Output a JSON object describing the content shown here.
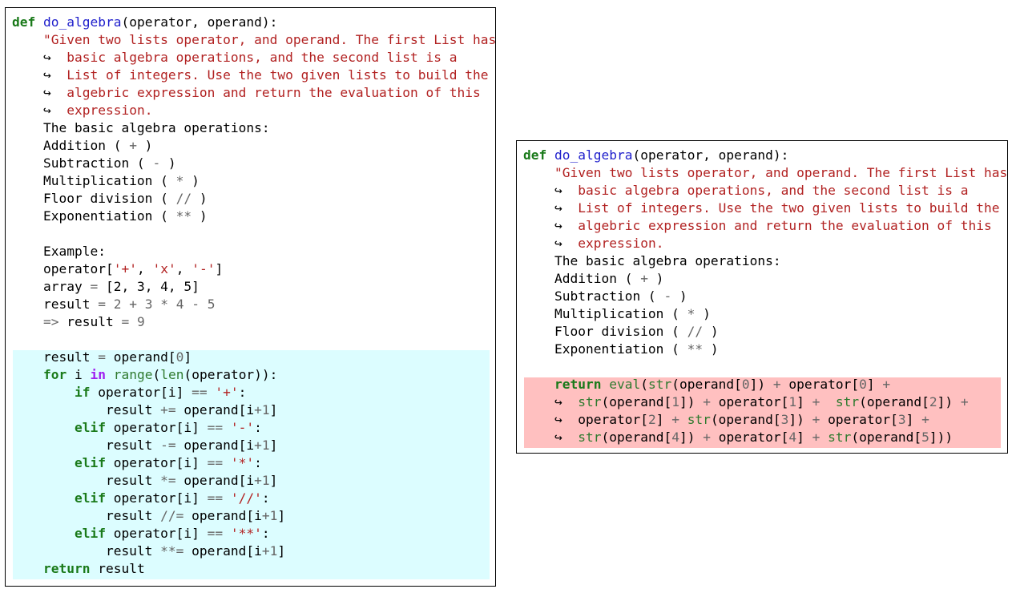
{
  "colors": {
    "keyword": "#1a7a1a",
    "function_name": "#2020cc",
    "docstring": "#b22222",
    "string": "#b22222",
    "builtin": "#2f7a2f",
    "operator": "#666666",
    "in_keyword": "#a020f0",
    "left_highlight": "#dcfdff",
    "right_highlight": "#ffc0c0"
  },
  "left_panel": {
    "lines": [
      [
        [
          "kw",
          "def"
        ],
        [
          "plain",
          " "
        ],
        [
          "fn",
          "do_algebra"
        ],
        [
          "plain",
          "(operator, operand):"
        ]
      ],
      [
        [
          "plain",
          "    "
        ],
        [
          "doc",
          "\"Given two lists operator, and operand. The first List has"
        ]
      ],
      [
        [
          "plain",
          "    "
        ],
        [
          "cont",
          "↪"
        ],
        [
          "plain",
          "  "
        ],
        [
          "doc",
          "basic algebra operations, and the second list is a"
        ]
      ],
      [
        [
          "plain",
          "    "
        ],
        [
          "cont",
          "↪"
        ],
        [
          "plain",
          "  "
        ],
        [
          "doc",
          "List of integers. Use the two given lists to build the"
        ]
      ],
      [
        [
          "plain",
          "    "
        ],
        [
          "cont",
          "↪"
        ],
        [
          "plain",
          "  "
        ],
        [
          "doc",
          "algebric expression and return the evaluation of this"
        ]
      ],
      [
        [
          "plain",
          "    "
        ],
        [
          "cont",
          "↪"
        ],
        [
          "plain",
          "  "
        ],
        [
          "doc",
          "expression."
        ]
      ],
      [
        [
          "plain",
          "    The basic algebra operations:"
        ]
      ],
      [
        [
          "plain",
          "    Addition ( "
        ],
        [
          "op",
          "+"
        ],
        [
          "plain",
          " )"
        ]
      ],
      [
        [
          "plain",
          "    Subtraction ( "
        ],
        [
          "op",
          "-"
        ],
        [
          "plain",
          " )"
        ]
      ],
      [
        [
          "plain",
          "    Multiplication ( "
        ],
        [
          "op",
          "*"
        ],
        [
          "plain",
          " )"
        ]
      ],
      [
        [
          "plain",
          "    Floor division ( "
        ],
        [
          "op",
          "//"
        ],
        [
          "plain",
          " )"
        ]
      ],
      [
        [
          "plain",
          "    Exponentiation ( "
        ],
        [
          "op",
          "**"
        ],
        [
          "plain",
          " )"
        ]
      ],
      [
        [
          "plain",
          ""
        ]
      ],
      [
        [
          "plain",
          "    Example:"
        ]
      ],
      [
        [
          "plain",
          "    operator["
        ],
        [
          "str",
          "'+'"
        ],
        [
          "plain",
          ", "
        ],
        [
          "str",
          "'x'"
        ],
        [
          "plain",
          ", "
        ],
        [
          "str",
          "'-'"
        ],
        [
          "plain",
          "]"
        ]
      ],
      [
        [
          "plain",
          "    array "
        ],
        [
          "op",
          "="
        ],
        [
          "plain",
          " [2, 3, 4, 5]"
        ]
      ],
      [
        [
          "plain",
          "    result "
        ],
        [
          "op",
          "="
        ],
        [
          "plain",
          " "
        ],
        [
          "num",
          "2"
        ],
        [
          "plain",
          " "
        ],
        [
          "op",
          "+"
        ],
        [
          "plain",
          " "
        ],
        [
          "num",
          "3"
        ],
        [
          "plain",
          " "
        ],
        [
          "op",
          "*"
        ],
        [
          "plain",
          " "
        ],
        [
          "num",
          "4"
        ],
        [
          "plain",
          " "
        ],
        [
          "op",
          "-"
        ],
        [
          "plain",
          " "
        ],
        [
          "num",
          "5"
        ]
      ],
      [
        [
          "plain",
          "    "
        ],
        [
          "op",
          "=>"
        ],
        [
          "plain",
          " result "
        ],
        [
          "op",
          "="
        ],
        [
          "plain",
          " "
        ],
        [
          "num",
          "9"
        ]
      ],
      [
        [
          "plain",
          ""
        ]
      ],
      [
        [
          "plain",
          "    result "
        ],
        [
          "op",
          "="
        ],
        [
          "plain",
          " operand["
        ],
        [
          "num",
          "0"
        ],
        [
          "plain",
          "]"
        ]
      ],
      [
        [
          "plain",
          "    "
        ],
        [
          "kw",
          "for"
        ],
        [
          "plain",
          " i "
        ],
        [
          "kin",
          "in"
        ],
        [
          "plain",
          " "
        ],
        [
          "bi",
          "range"
        ],
        [
          "plain",
          "("
        ],
        [
          "bi",
          "len"
        ],
        [
          "plain",
          "(operator)):"
        ]
      ],
      [
        [
          "plain",
          "        "
        ],
        [
          "kw",
          "if"
        ],
        [
          "plain",
          " operator[i] "
        ],
        [
          "op",
          "=="
        ],
        [
          "plain",
          " "
        ],
        [
          "str",
          "'+'"
        ],
        [
          "plain",
          ":"
        ]
      ],
      [
        [
          "plain",
          "            result "
        ],
        [
          "op",
          "+="
        ],
        [
          "plain",
          " operand[i"
        ],
        [
          "op",
          "+"
        ],
        [
          "num",
          "1"
        ],
        [
          "plain",
          "]"
        ]
      ],
      [
        [
          "plain",
          "        "
        ],
        [
          "kw",
          "elif"
        ],
        [
          "plain",
          " operator[i] "
        ],
        [
          "op",
          "=="
        ],
        [
          "plain",
          " "
        ],
        [
          "str",
          "'-'"
        ],
        [
          "plain",
          ":"
        ]
      ],
      [
        [
          "plain",
          "            result "
        ],
        [
          "op",
          "-="
        ],
        [
          "plain",
          " operand[i"
        ],
        [
          "op",
          "+"
        ],
        [
          "num",
          "1"
        ],
        [
          "plain",
          "]"
        ]
      ],
      [
        [
          "plain",
          "        "
        ],
        [
          "kw",
          "elif"
        ],
        [
          "plain",
          " operator[i] "
        ],
        [
          "op",
          "=="
        ],
        [
          "plain",
          " "
        ],
        [
          "str",
          "'*'"
        ],
        [
          "plain",
          ":"
        ]
      ],
      [
        [
          "plain",
          "            result "
        ],
        [
          "op",
          "*="
        ],
        [
          "plain",
          " operand[i"
        ],
        [
          "op",
          "+"
        ],
        [
          "num",
          "1"
        ],
        [
          "plain",
          "]"
        ]
      ],
      [
        [
          "plain",
          "        "
        ],
        [
          "kw",
          "elif"
        ],
        [
          "plain",
          " operator[i] "
        ],
        [
          "op",
          "=="
        ],
        [
          "plain",
          " "
        ],
        [
          "str",
          "'//'"
        ],
        [
          "plain",
          ":"
        ]
      ],
      [
        [
          "plain",
          "            result "
        ],
        [
          "op",
          "//="
        ],
        [
          "plain",
          " operand[i"
        ],
        [
          "op",
          "+"
        ],
        [
          "num",
          "1"
        ],
        [
          "plain",
          "]"
        ]
      ],
      [
        [
          "plain",
          "        "
        ],
        [
          "kw",
          "elif"
        ],
        [
          "plain",
          " operator[i] "
        ],
        [
          "op",
          "=="
        ],
        [
          "plain",
          " "
        ],
        [
          "str",
          "'**'"
        ],
        [
          "plain",
          ":"
        ]
      ],
      [
        [
          "plain",
          "            result "
        ],
        [
          "op",
          "**="
        ],
        [
          "plain",
          " operand[i"
        ],
        [
          "op",
          "+"
        ],
        [
          "num",
          "1"
        ],
        [
          "plain",
          "]"
        ]
      ],
      [
        [
          "plain",
          "    "
        ],
        [
          "kw",
          "return"
        ],
        [
          "plain",
          " result"
        ]
      ]
    ]
  },
  "right_panel": {
    "lines": [
      [
        [
          "kw",
          "def"
        ],
        [
          "plain",
          " "
        ],
        [
          "fn",
          "do_algebra"
        ],
        [
          "plain",
          "(operator, operand):"
        ]
      ],
      [
        [
          "plain",
          "    "
        ],
        [
          "doc",
          "\"Given two lists operator, and operand. The first List has"
        ]
      ],
      [
        [
          "plain",
          "    "
        ],
        [
          "cont",
          "↪"
        ],
        [
          "plain",
          "  "
        ],
        [
          "doc",
          "basic algebra operations, and the second list is a"
        ]
      ],
      [
        [
          "plain",
          "    "
        ],
        [
          "cont",
          "↪"
        ],
        [
          "plain",
          "  "
        ],
        [
          "doc",
          "List of integers. Use the two given lists to build the"
        ]
      ],
      [
        [
          "plain",
          "    "
        ],
        [
          "cont",
          "↪"
        ],
        [
          "plain",
          "  "
        ],
        [
          "doc",
          "algebric expression and return the evaluation of this"
        ]
      ],
      [
        [
          "plain",
          "    "
        ],
        [
          "cont",
          "↪"
        ],
        [
          "plain",
          "  "
        ],
        [
          "doc",
          "expression."
        ]
      ],
      [
        [
          "plain",
          "    The basic algebra operations:"
        ]
      ],
      [
        [
          "plain",
          "    Addition ( "
        ],
        [
          "op",
          "+"
        ],
        [
          "plain",
          " )"
        ]
      ],
      [
        [
          "plain",
          "    Subtraction ( "
        ],
        [
          "op",
          "-"
        ],
        [
          "plain",
          " )"
        ]
      ],
      [
        [
          "plain",
          "    Multiplication ( "
        ],
        [
          "op",
          "*"
        ],
        [
          "plain",
          " )"
        ]
      ],
      [
        [
          "plain",
          "    Floor division ( "
        ],
        [
          "op",
          "//"
        ],
        [
          "plain",
          " )"
        ]
      ],
      [
        [
          "plain",
          "    Exponentiation ( "
        ],
        [
          "op",
          "**"
        ],
        [
          "plain",
          " )"
        ]
      ],
      [
        [
          "plain",
          ""
        ]
      ],
      [
        [
          "plain",
          "    "
        ],
        [
          "kw",
          "return"
        ],
        [
          "plain",
          " "
        ],
        [
          "bi",
          "eval"
        ],
        [
          "plain",
          "("
        ],
        [
          "bi",
          "str"
        ],
        [
          "plain",
          "(operand["
        ],
        [
          "num",
          "0"
        ],
        [
          "plain",
          "]) "
        ],
        [
          "op",
          "+"
        ],
        [
          "plain",
          " operator["
        ],
        [
          "num",
          "0"
        ],
        [
          "plain",
          "] "
        ],
        [
          "op",
          "+"
        ]
      ],
      [
        [
          "plain",
          "    "
        ],
        [
          "cont",
          "↪"
        ],
        [
          "plain",
          "  "
        ],
        [
          "bi",
          "str"
        ],
        [
          "plain",
          "(operand["
        ],
        [
          "num",
          "1"
        ],
        [
          "plain",
          "]) "
        ],
        [
          "op",
          "+"
        ],
        [
          "plain",
          " operator["
        ],
        [
          "num",
          "1"
        ],
        [
          "plain",
          "] "
        ],
        [
          "op",
          "+"
        ],
        [
          "plain",
          "  "
        ],
        [
          "bi",
          "str"
        ],
        [
          "plain",
          "(operand["
        ],
        [
          "num",
          "2"
        ],
        [
          "plain",
          "]) "
        ],
        [
          "op",
          "+"
        ]
      ],
      [
        [
          "plain",
          "    "
        ],
        [
          "cont",
          "↪"
        ],
        [
          "plain",
          "  operator["
        ],
        [
          "num",
          "2"
        ],
        [
          "plain",
          "] "
        ],
        [
          "op",
          "+"
        ],
        [
          "plain",
          " "
        ],
        [
          "bi",
          "str"
        ],
        [
          "plain",
          "(operand["
        ],
        [
          "num",
          "3"
        ],
        [
          "plain",
          "]) "
        ],
        [
          "op",
          "+"
        ],
        [
          "plain",
          " operator["
        ],
        [
          "num",
          "3"
        ],
        [
          "plain",
          "] "
        ],
        [
          "op",
          "+"
        ]
      ],
      [
        [
          "plain",
          "    "
        ],
        [
          "cont",
          "↪"
        ],
        [
          "plain",
          "  "
        ],
        [
          "bi",
          "str"
        ],
        [
          "plain",
          "(operand["
        ],
        [
          "num",
          "4"
        ],
        [
          "plain",
          "]) "
        ],
        [
          "op",
          "+"
        ],
        [
          "plain",
          " operator["
        ],
        [
          "num",
          "4"
        ],
        [
          "plain",
          "] "
        ],
        [
          "op",
          "+"
        ],
        [
          "plain",
          " "
        ],
        [
          "bi",
          "str"
        ],
        [
          "plain",
          "(operand["
        ],
        [
          "num",
          "5"
        ],
        [
          "plain",
          "]))"
        ]
      ]
    ]
  }
}
